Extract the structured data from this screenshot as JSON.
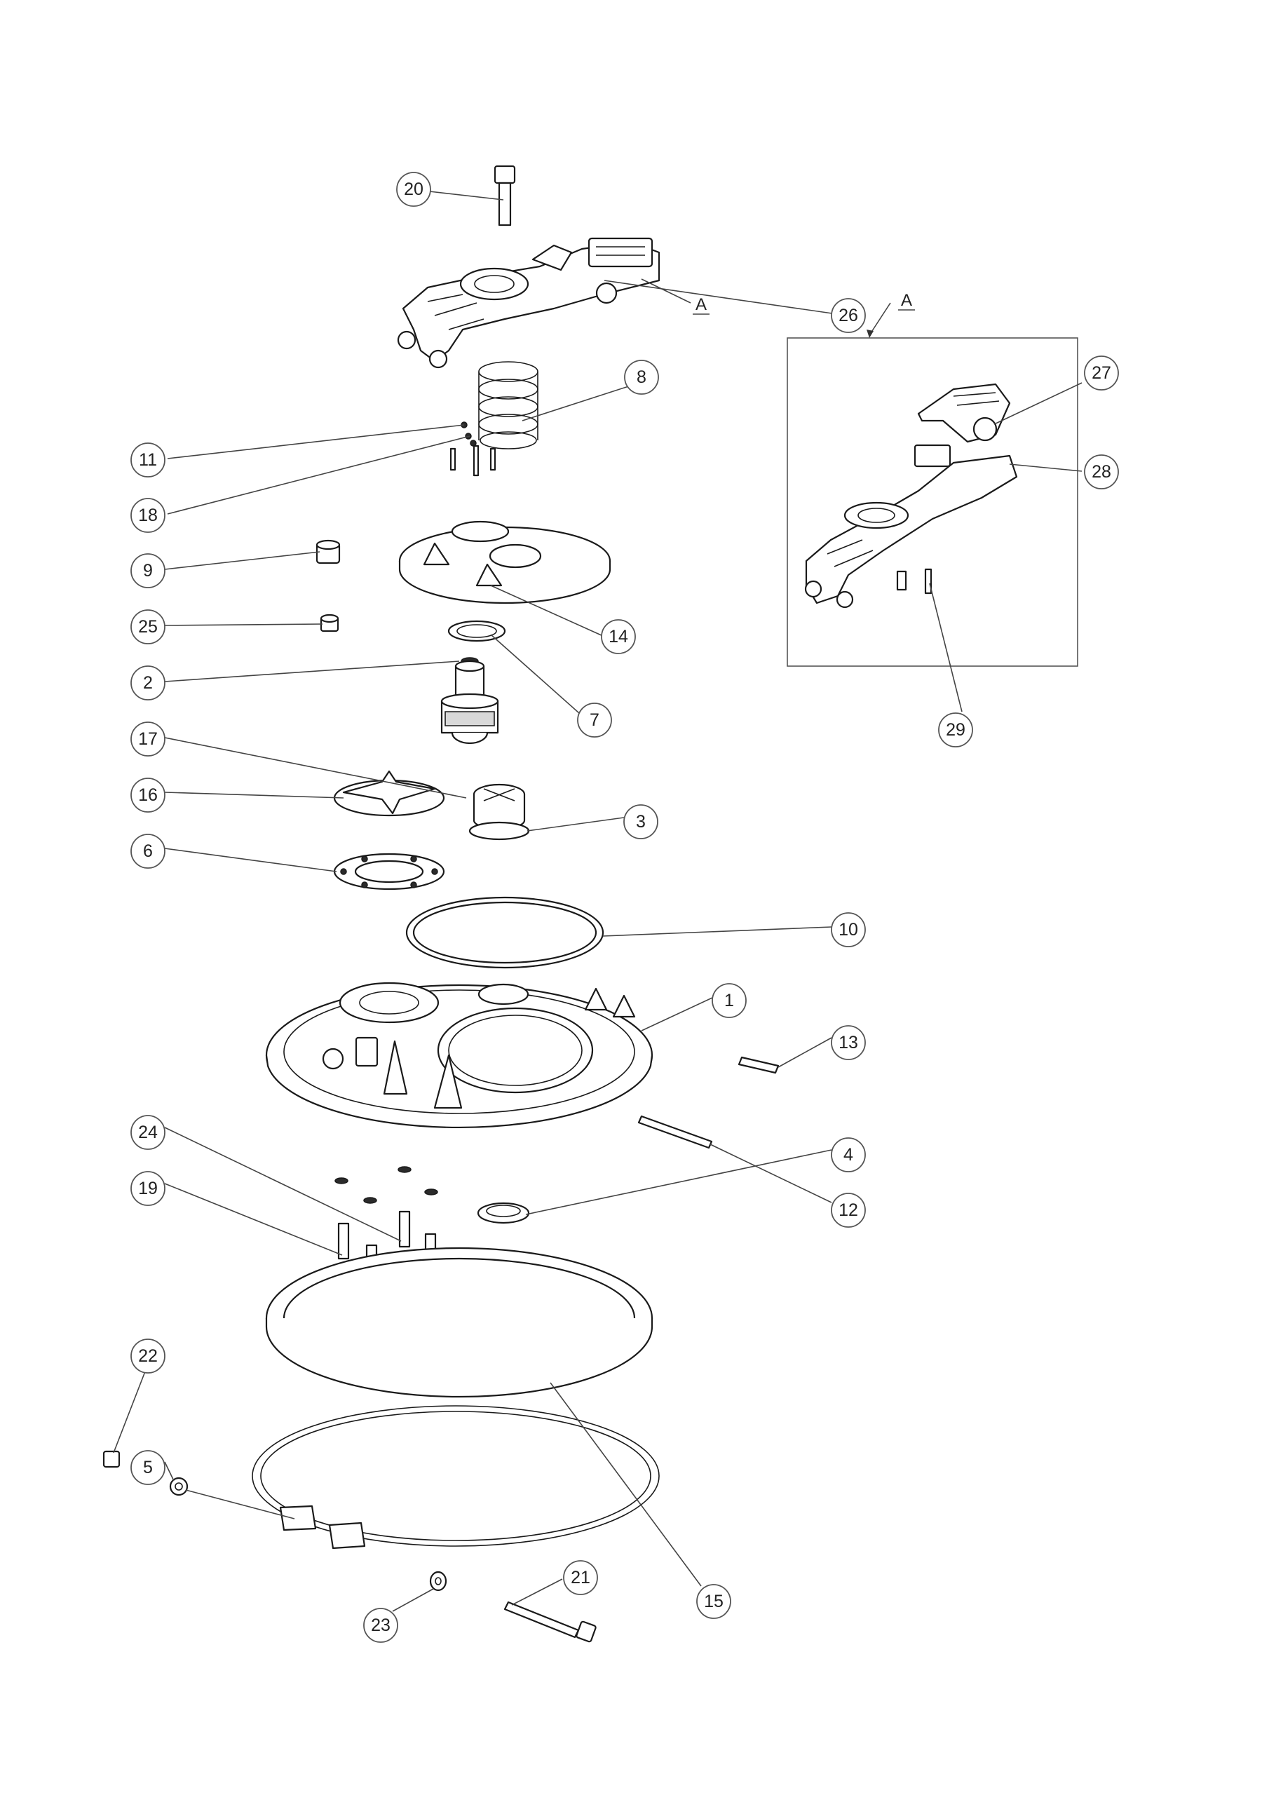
{
  "balloons": [
    {
      "label": "20"
    },
    {
      "label": "26"
    },
    {
      "label": "8"
    },
    {
      "label": "11"
    },
    {
      "label": "18"
    },
    {
      "label": "9"
    },
    {
      "label": "25"
    },
    {
      "label": "14"
    },
    {
      "label": "2"
    },
    {
      "label": "7"
    },
    {
      "label": "17"
    },
    {
      "label": "16"
    },
    {
      "label": "3"
    },
    {
      "label": "6"
    },
    {
      "label": "10"
    },
    {
      "label": "1"
    },
    {
      "label": "13"
    },
    {
      "label": "24"
    },
    {
      "label": "4"
    },
    {
      "label": "19"
    },
    {
      "label": "12"
    },
    {
      "label": "22"
    },
    {
      "label": "5"
    },
    {
      "label": "21"
    },
    {
      "label": "15"
    },
    {
      "label": "23"
    },
    {
      "label": "27"
    },
    {
      "label": "28"
    },
    {
      "label": "29"
    }
  ],
  "section_marker": "A",
  "detail_view_label": "A"
}
